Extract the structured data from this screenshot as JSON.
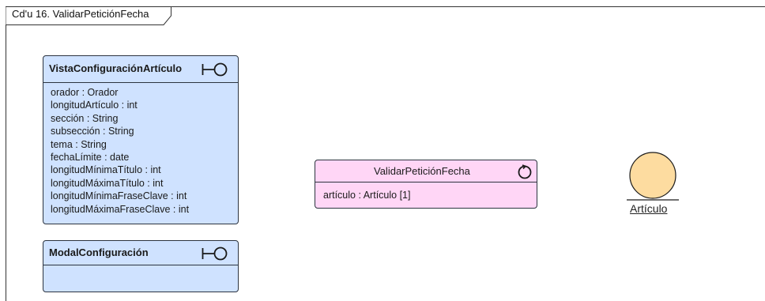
{
  "diagram": {
    "frame_title": "Cd'u 16. ValidarPeticiónFecha",
    "boundary_vista": {
      "title": "VistaConfiguraciónArtículo",
      "icon": "boundary-icon",
      "attributes": [
        "orador : Orador",
        "longitudArtículo : int",
        "sección : String",
        "subsección : String",
        "tema : String",
        "fechaLímite : date",
        "longitudMínimaTítulo : int",
        "longitudMáximaTítulo : int",
        "longitudMínimaFraseClave : int",
        "longitudMáximaFraseClave : int"
      ]
    },
    "boundary_modal": {
      "title": "ModalConfiguración",
      "icon": "boundary-icon",
      "attributes": []
    },
    "control": {
      "title": "ValidarPeticiónFecha",
      "icon": "control-icon",
      "attributes": [
        "artículo : Artículo [1]"
      ]
    },
    "entity": {
      "label": "Artículo",
      "icon": "entity-icon"
    },
    "colors": {
      "boundary_fill": "#cfe2ff",
      "control_fill": "#ffd6f6",
      "entity_fill": "#fddca0",
      "stroke": "#2c3440"
    }
  }
}
